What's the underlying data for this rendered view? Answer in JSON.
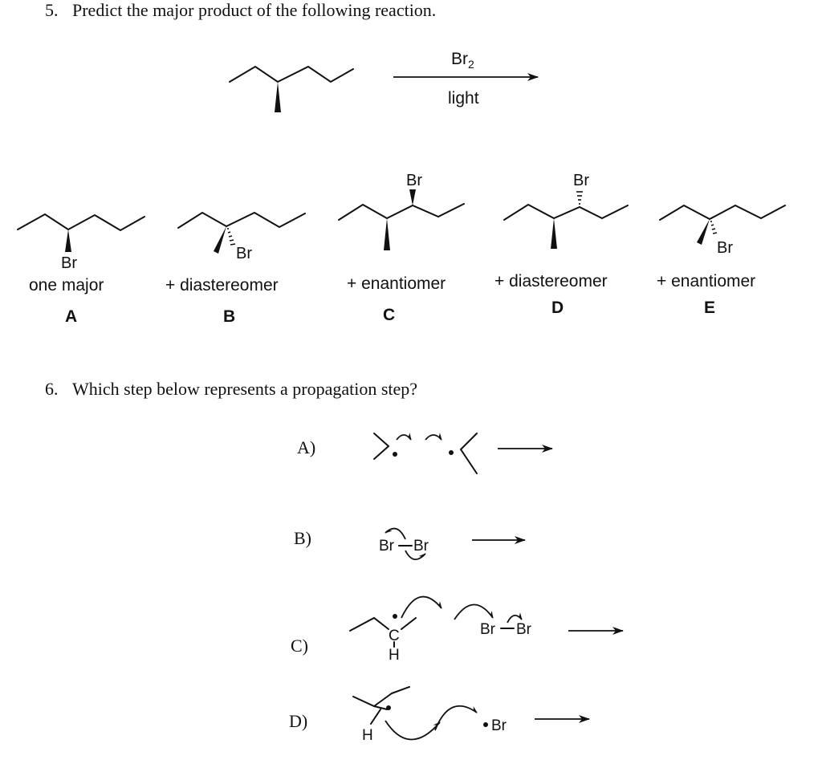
{
  "q5": {
    "number": "5.",
    "text": "Predict the major product of the following reaction.",
    "reagent_top": "Br",
    "reagent_top_sub": "2",
    "reagent_bottom": "light",
    "options": [
      {
        "atom_label": "Br",
        "note": "one major",
        "letter": "A"
      },
      {
        "atom_label": "Br",
        "note": "+ diastereomer",
        "letter": "B"
      },
      {
        "atom_label": "Br",
        "note": "+ enantiomer",
        "letter": "C"
      },
      {
        "atom_label": "Br",
        "note": "+ diastereomer",
        "letter": "D"
      },
      {
        "atom_label": "Br",
        "note": "+ enantiomer",
        "letter": "E"
      }
    ]
  },
  "q6": {
    "number": "6.",
    "text": "Which step below represents a propagation step?",
    "choices": [
      {
        "letter": "A)"
      },
      {
        "letter": "B)",
        "atoms": [
          "Br",
          "Br"
        ]
      },
      {
        "letter": "C)",
        "atoms": [
          "C",
          "H",
          "Br",
          "Br"
        ]
      },
      {
        "letter": "D)",
        "atoms": [
          "H",
          "Br"
        ]
      }
    ]
  }
}
